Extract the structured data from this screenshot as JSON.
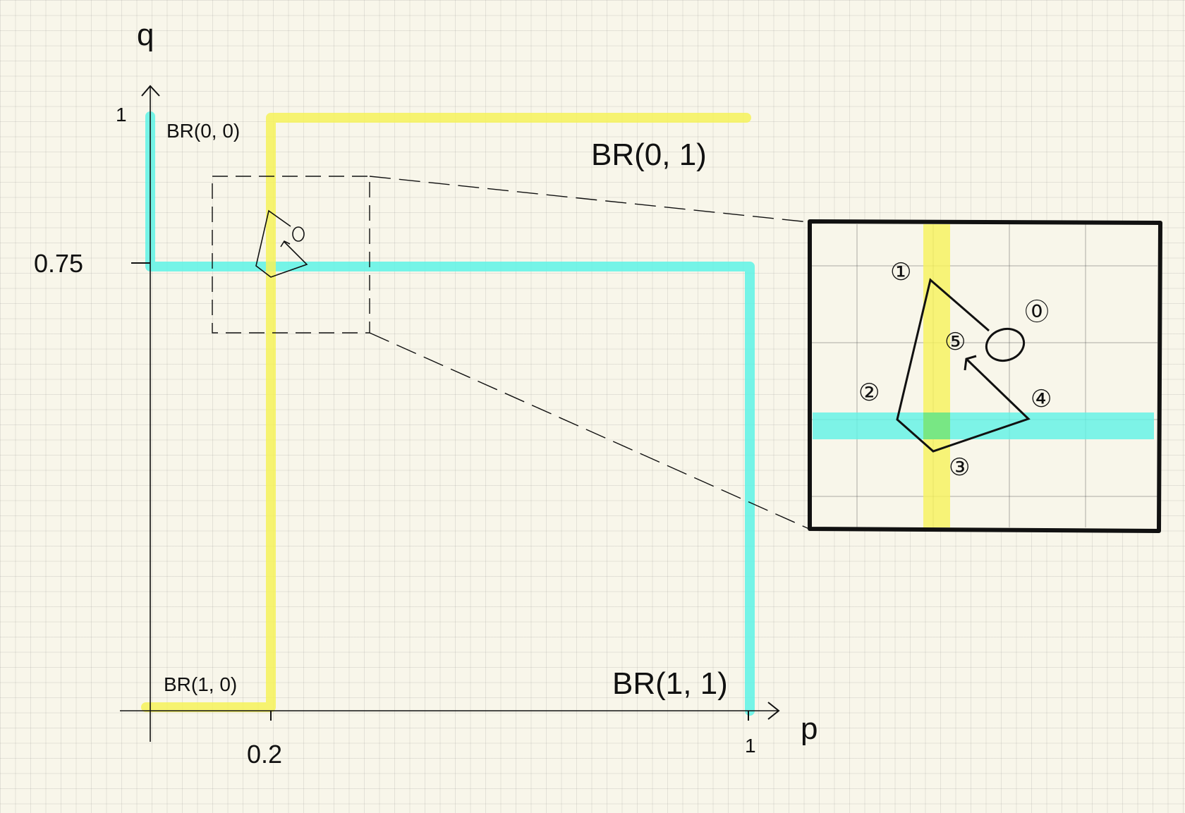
{
  "axes": {
    "x_label": "p",
    "y_label": "q",
    "x_ticks": [
      {
        "value": 0.2,
        "label": "0.2"
      },
      {
        "value": 1,
        "label": "1"
      }
    ],
    "y_ticks": [
      {
        "value": 0.75,
        "label": "0.75"
      },
      {
        "value": 1,
        "label": "1"
      }
    ]
  },
  "regions": {
    "br00": "BR(0, 0)",
    "br01": "BR(0, 1)",
    "br10": "BR(1, 0)",
    "br11": "BR(1, 1)"
  },
  "best_response_lines": {
    "player_q": {
      "color": "#5ef3e6",
      "threshold_p": 0.2
    },
    "player_p": {
      "color": "#f6f25a",
      "threshold_q": 0.75
    }
  },
  "zoom": {
    "markers": [
      "⓪",
      "①",
      "②",
      "③",
      "④",
      "⑤"
    ]
  },
  "colors": {
    "cyan": "#5ef3e6",
    "yellow": "#f6f25a",
    "ink": "#111111"
  }
}
